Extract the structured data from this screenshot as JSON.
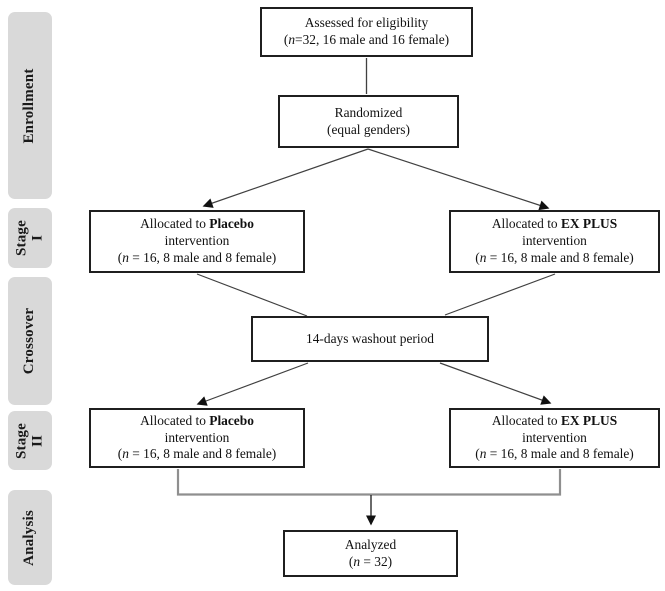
{
  "colors": {
    "sidebar_fill": "#d9d9d9",
    "box_border": "#1f1f1f",
    "connector_dark": "#404040",
    "connector_gray": "#8f8f8f"
  },
  "sidebar": {
    "items": [
      {
        "label": "Enrollment"
      },
      {
        "label_line1": "Stage",
        "label_line2": "I"
      },
      {
        "label": "Crossover"
      },
      {
        "label_line1": "Stage",
        "label_line2": "II"
      },
      {
        "label": "Analysis"
      }
    ]
  },
  "flow": {
    "assessed": {
      "line1": "Assessed for eligibility",
      "line2_pre": "(",
      "line2_italic": "n",
      "line2_rest": "=32, 16 male and 16 female)"
    },
    "randomized": {
      "line1": "Randomized",
      "line2": "(equal genders)"
    },
    "stage1_left": {
      "line1_pre": "Allocated to ",
      "line1_bold": "Placebo",
      "line2": "intervention",
      "line3_pre": "(",
      "line3_italic": "n",
      "line3_rest": " = 16, 8 male and 8 female)"
    },
    "stage1_right": {
      "line1_pre": "Allocated to ",
      "line1_bold": "EX PLUS",
      "line2": "intervention",
      "line3_pre": "(",
      "line3_italic": "n",
      "line3_rest": " = 16, 8 male and 8 female)"
    },
    "washout": {
      "line1": "14-days washout period"
    },
    "stage2_left": {
      "line1_pre": "Allocated to ",
      "line1_bold": "Placebo",
      "line2": "intervention",
      "line3_pre": "(",
      "line3_italic": "n",
      "line3_rest": " = 16, 8 male and 8 female)"
    },
    "stage2_right": {
      "line1_pre": "Allocated to ",
      "line1_bold": "EX PLUS",
      "line2": "intervention",
      "line3_pre": "(",
      "line3_italic": "n",
      "line3_rest": " = 16, 8 male and 8 female)"
    },
    "analyzed": {
      "line1": "Analyzed",
      "line2_pre": "(",
      "line2_italic": "n",
      "line2_rest": " = 32)"
    }
  }
}
